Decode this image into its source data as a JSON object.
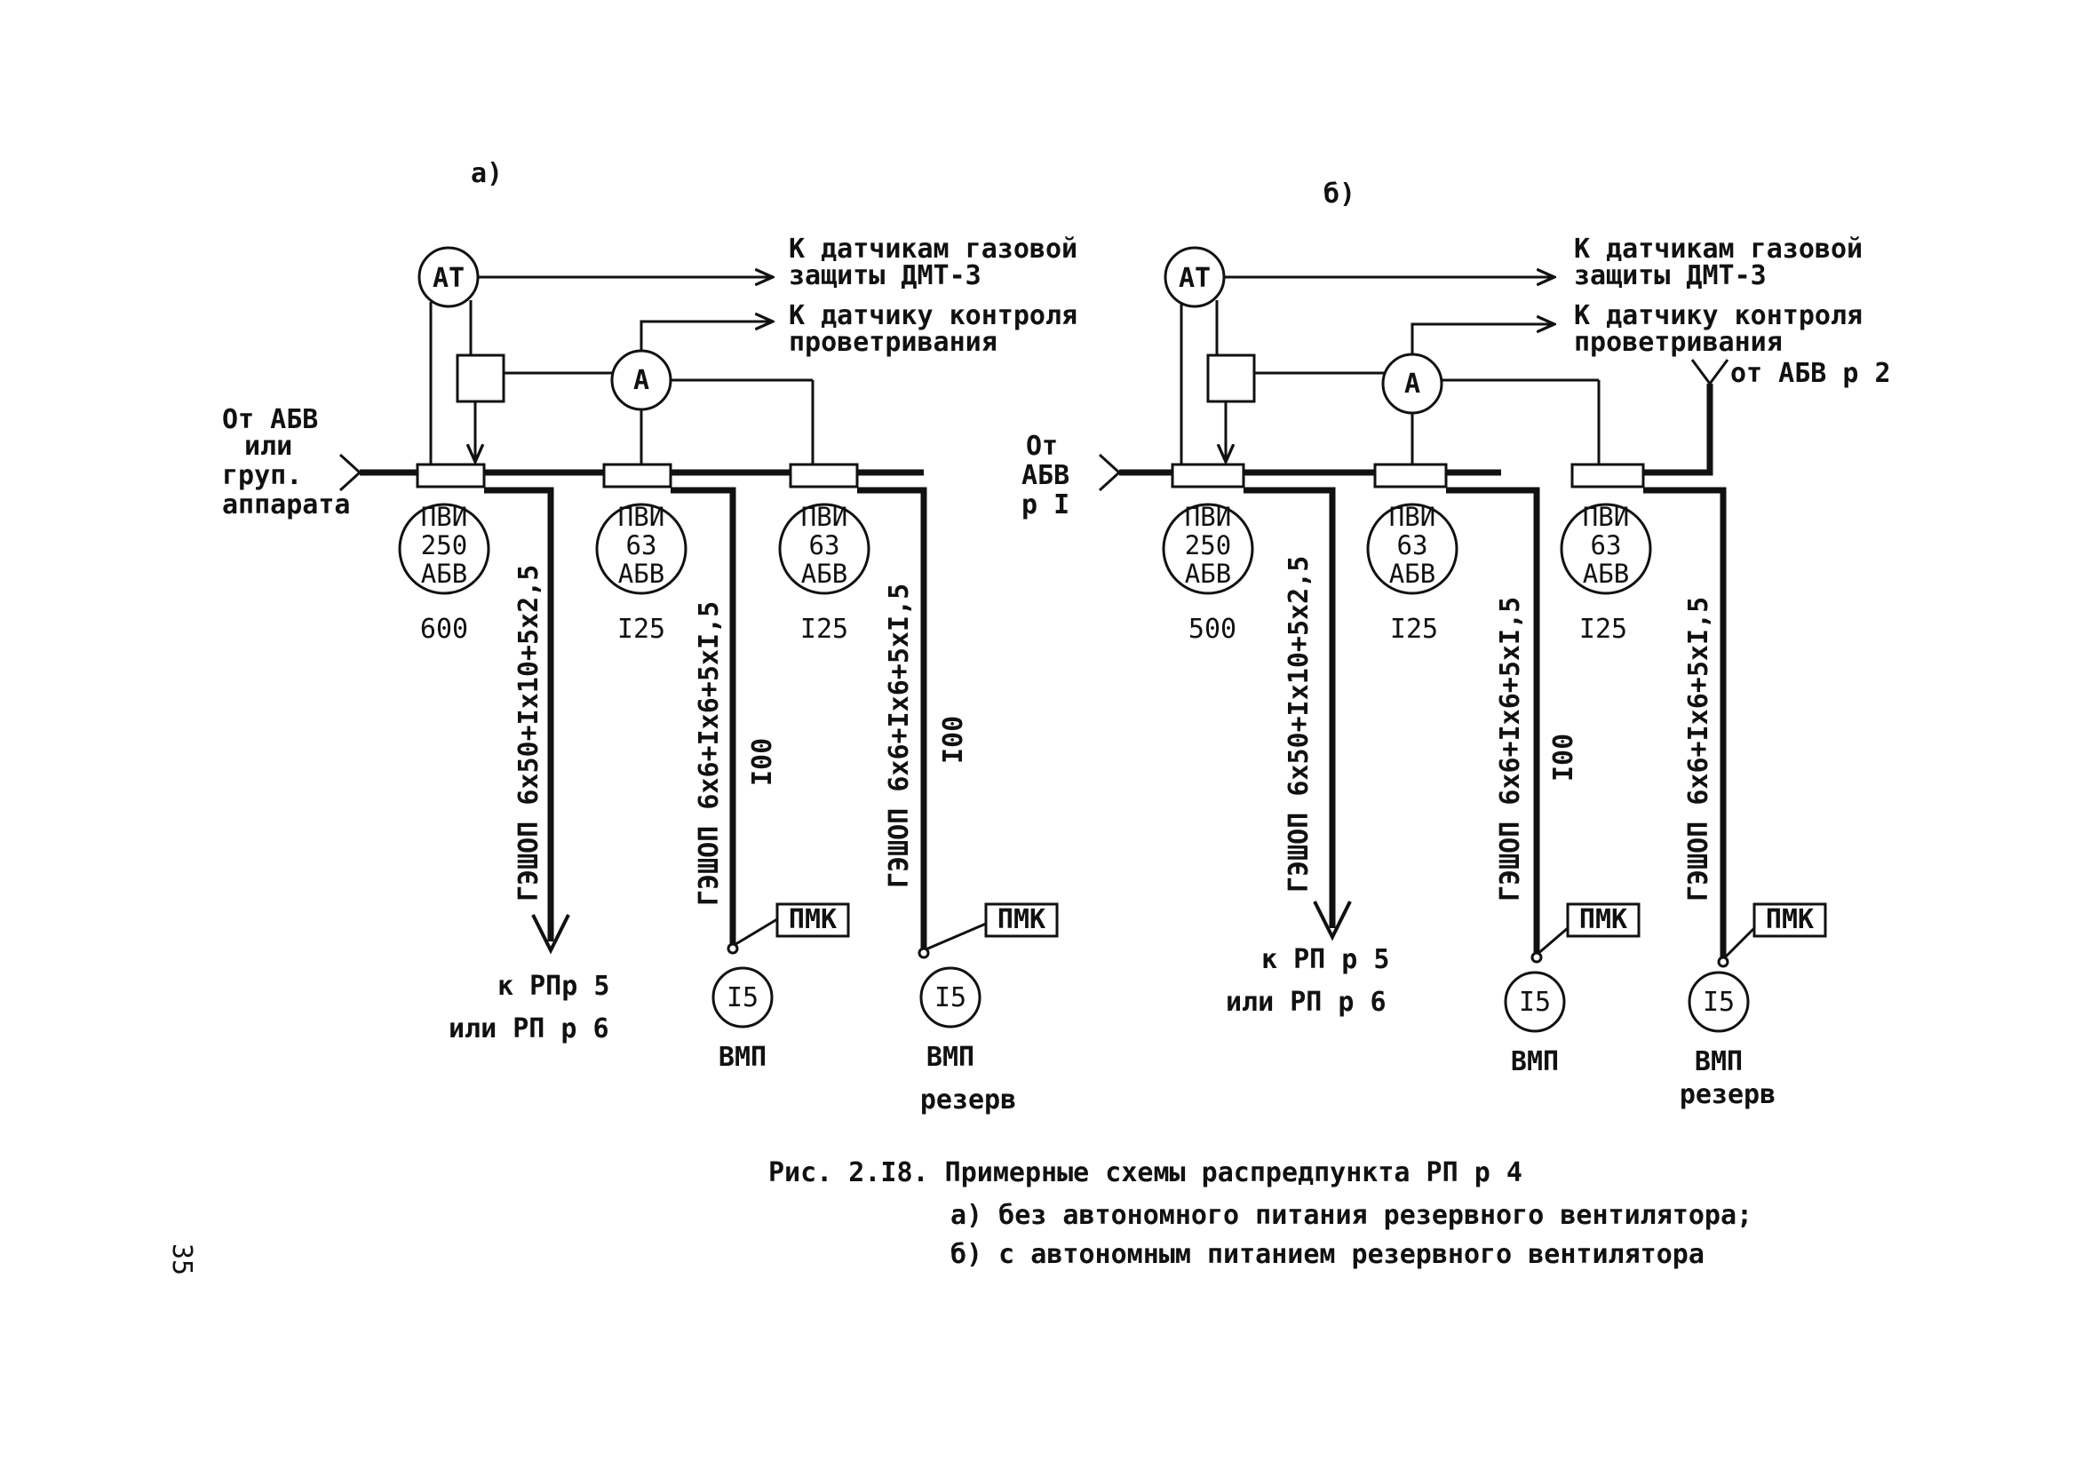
{
  "diagram_a": {
    "tag": "а)",
    "at_label": "АТ",
    "a_label": "А",
    "to_gas": [
      "К датчикам газовой",
      "защиты ДМТ-3"
    ],
    "to_vent": [
      "К датчику контроля",
      "проветривания"
    ],
    "source": [
      "От АБВ",
      "или",
      "груп.",
      "аппарата"
    ],
    "switches": [
      {
        "lines": [
          "ПВИ",
          "250",
          "АБВ"
        ],
        "rating": "600"
      },
      {
        "lines": [
          "ПВИ",
          "63",
          "АБВ"
        ],
        "rating": "I25"
      },
      {
        "lines": [
          "ПВИ",
          "63",
          "АБВ"
        ],
        "rating": "I25"
      }
    ],
    "cable_main": "ГЭШОП 6х50+Iх10+5х2,5",
    "cable_2": "ГЭШОП 6х6+Iх6+5хI,5",
    "len_2": "I00",
    "cable_3": "ГЭШОП 6х6+Iх6+5хI,5",
    "len_3": "I00",
    "dest": [
      "к РПр 5",
      "или РП р 6"
    ],
    "pmk": "ПМК",
    "fan_rating": "I5",
    "fan_label": "ВМП",
    "reserve": "резерв"
  },
  "diagram_b": {
    "tag": "б)",
    "at_label": "АТ",
    "a_label": "А",
    "to_gas": [
      "К датчикам газовой",
      "защиты ДМТ-3"
    ],
    "to_vent": [
      "К датчику контроля",
      "проветривания"
    ],
    "source": [
      "От",
      "АБВ",
      "р I"
    ],
    "source2": "от АБВ р 2",
    "switches": [
      {
        "lines": [
          "ПВИ",
          "250",
          "АБВ"
        ],
        "rating": "500"
      },
      {
        "lines": [
          "ПВИ",
          "63",
          "АБВ"
        ],
        "rating": "I25"
      },
      {
        "lines": [
          "ПВИ",
          "63",
          "АБВ"
        ],
        "rating": "I25"
      }
    ],
    "cable_main": "ГЭШОП 6х50+Iх10+5х2,5",
    "cable_2": "ГЭШОП 6х6+Iх6+5хI,5",
    "len_2": "I00",
    "cable_3": "ГЭШОП 6х6+Iх6+5хI,5",
    "dest": [
      "к РП р 5",
      "или РП р 6"
    ],
    "pmk": "ПМК",
    "fan_rating": "I5",
    "fan_label": "ВМП",
    "reserve": "резерв"
  },
  "caption": {
    "title": "Рис. 2.I8. Примерные схемы распредпункта РП р 4",
    "line_a": "а) без автономного питания резервного вентилятора;",
    "line_b": "б) с автономным питанием резервного вентилятора"
  },
  "page_number": "35"
}
